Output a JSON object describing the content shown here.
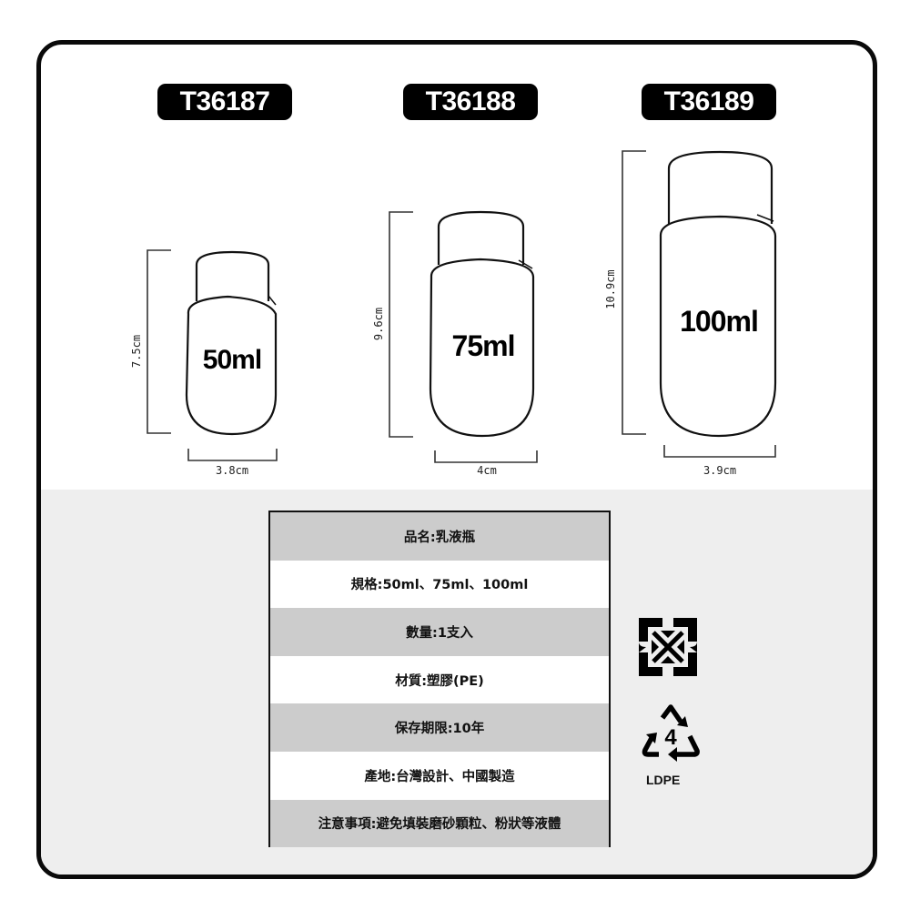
{
  "products": [
    {
      "code": "T36187",
      "volume": "50ml",
      "height": "7.5cm",
      "width": "3.8cm"
    },
    {
      "code": "T36188",
      "volume": "75ml",
      "height": "9.6cm",
      "width": "4cm"
    },
    {
      "code": "T36189",
      "volume": "100ml",
      "height": "10.9cm",
      "width": "3.9cm"
    }
  ],
  "specs": [
    {
      "text": "品名:乳液瓶",
      "shaded": true
    },
    {
      "text": "規格:50ml、75ml、100ml",
      "shaded": false
    },
    {
      "text": "數量:1支入",
      "shaded": true
    },
    {
      "text": "材質:塑膠(PE)",
      "shaded": false
    },
    {
      "text": "保存期限:10年",
      "shaded": true
    },
    {
      "text": "產地:台灣設計、中國製造",
      "shaded": false
    },
    {
      "text": "注意事項:避免填裝磨砂顆粒、粉狀等液體",
      "shaded": true
    }
  ],
  "icons": {
    "recycle_taiwan": "taiwan-recycling-symbol",
    "resin_code": "4",
    "resin_label": "LDPE"
  },
  "colors": {
    "border": "#0a0a0a",
    "tag_bg": "#000000",
    "band_bg": "#eeeeee",
    "row_shade": "#cccccc"
  }
}
